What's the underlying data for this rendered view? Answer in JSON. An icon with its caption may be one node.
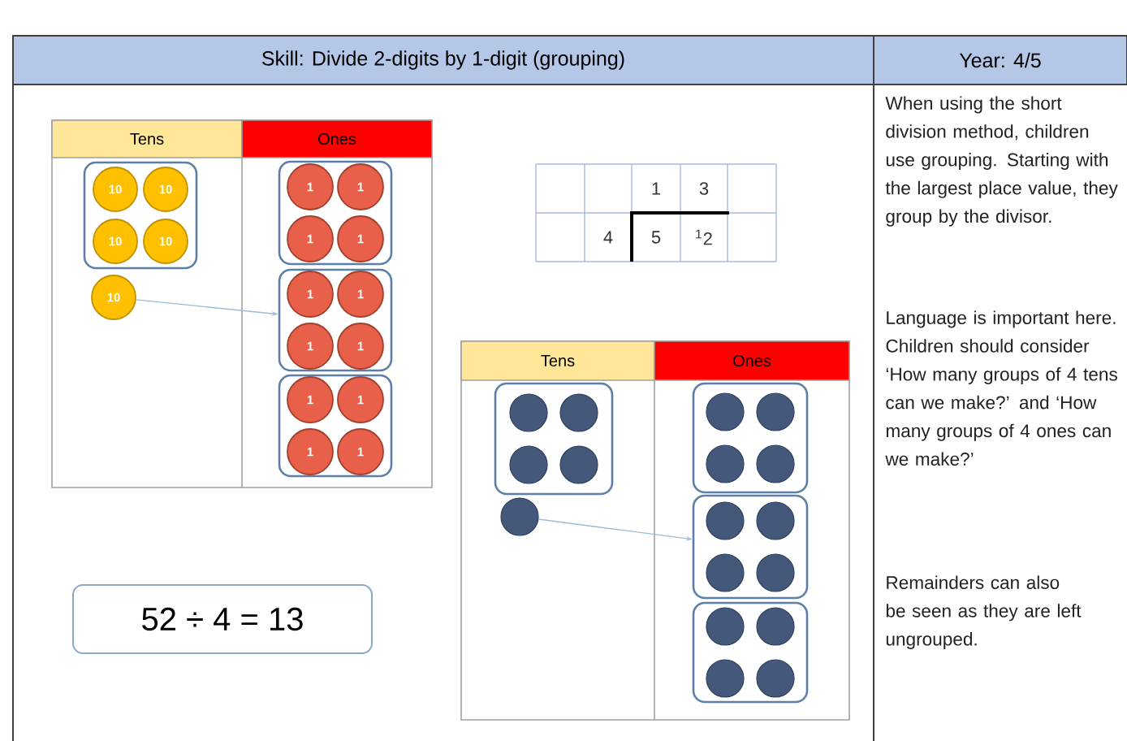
{
  "diagram": {
    "title": "Skill: Divide 2-digits by 1-digit (grouping)",
    "nodes": [
      {
        "text": [
          "Tens"
        ]
      },
      {
        "text": [
          "Ones"
        ]
      },
      {
        "text": [],
        "shape": "box"
      },
      {
        "text": [
          "10"
        ],
        "in": 2
      },
      {
        "text": [
          "10"
        ],
        "in": 2
      },
      {
        "text": [
          "10"
        ],
        "in": 2
      },
      {
        "text": [
          "10"
        ],
        "in": 2
      },
      {
        "text": [
          "10"
        ]
      },
      {
        "text": [],
        "shape": "box"
      },
      {
        "text": [
          "1"
        ],
        "in": 8
      },
      {
        "text": [
          "1"
        ],
        "in": 8
      },
      {
        "text": [
          "1"
        ],
        "in": 8
      },
      {
        "text": [
          "1"
        ],
        "in": 8
      },
      {
        "text": [],
        "shape": "box"
      },
      {
        "text": [
          "1"
        ],
        "in": 13
      },
      {
        "text": [
          "1"
        ],
        "in": 13
      },
      {
        "text": [
          "1"
        ],
        "in": 13
      },
      {
        "text": [
          "1"
        ],
        "in": 13
      },
      {
        "text": [],
        "shape": "box"
      },
      {
        "text": [
          "1"
        ],
        "in": 18
      },
      {
        "text": [
          "1"
        ],
        "in": 18
      },
      {
        "text": [
          "1"
        ],
        "in": 18
      },
      {
        "text": [
          "1"
        ],
        "in": 18
      },
      {
        "text": [
          "52 ÷ 4 = 13"
        ]
      },
      {
        "text": [
          "Tens"
        ]
      },
      {
        "text": [
          "Ones"
        ]
      },
      {
        "text": [],
        "shape": "box"
      },
      {
        "text": [],
        "shape": "circle",
        "in": 26
      },
      {
        "text": [],
        "shape": "circle",
        "in": 26
      },
      {
        "text": [],
        "shape": "circle",
        "in": 26
      },
      {
        "text": [],
        "shape": "circle",
        "in": 26
      },
      {
        "text": [],
        "shape": "circle"
      },
      {
        "text": [],
        "shape": "box"
      },
      {
        "text": [],
        "shape": "circle",
        "in": 32
      },
      {
        "text": [],
        "shape": "circle",
        "in": 32
      },
      {
        "text": [],
        "shape": "circle",
        "in": 32
      },
      {
        "text": [],
        "shape": "circle",
        "in": 32
      },
      {
        "text": [],
        "shape": "box"
      },
      {
        "text": [],
        "shape": "circle",
        "in": 37
      },
      {
        "text": [],
        "shape": "circle",
        "in": 37
      },
      {
        "text": [],
        "shape": "circle",
        "in": 37
      },
      {
        "text": [],
        "shape": "circle",
        "in": 37
      },
      {
        "text": [],
        "shape": "box"
      },
      {
        "text": [],
        "shape": "circle",
        "in": 42
      },
      {
        "text": [],
        "shape": "circle",
        "in": 42
      },
      {
        "text": [],
        "shape": "circle",
        "in": 42
      },
      {
        "text": [],
        "shape": "circle",
        "in": 42
      }
    ],
    "edges": [
      {
        "from": 7,
        "to": 13,
        "arrow": "to"
      },
      {
        "from": 31,
        "to": 37,
        "arrow": "to"
      }
    ],
    "labels": [
      "Year: 4/5",
      "1",
      "3",
      "4",
      "5",
      "$^{1}$2",
      "When using the short division method, children use grouping. Starting with the largest place value, they group by the divisor.",
      "Language is important here. Children should consider ‘How many groups of 4 tens can we make?’ and ‘How many groups of 4 ones can we make?’",
      "Remainders can also be seen as they are left ungrouped."
    ]
  }
}
